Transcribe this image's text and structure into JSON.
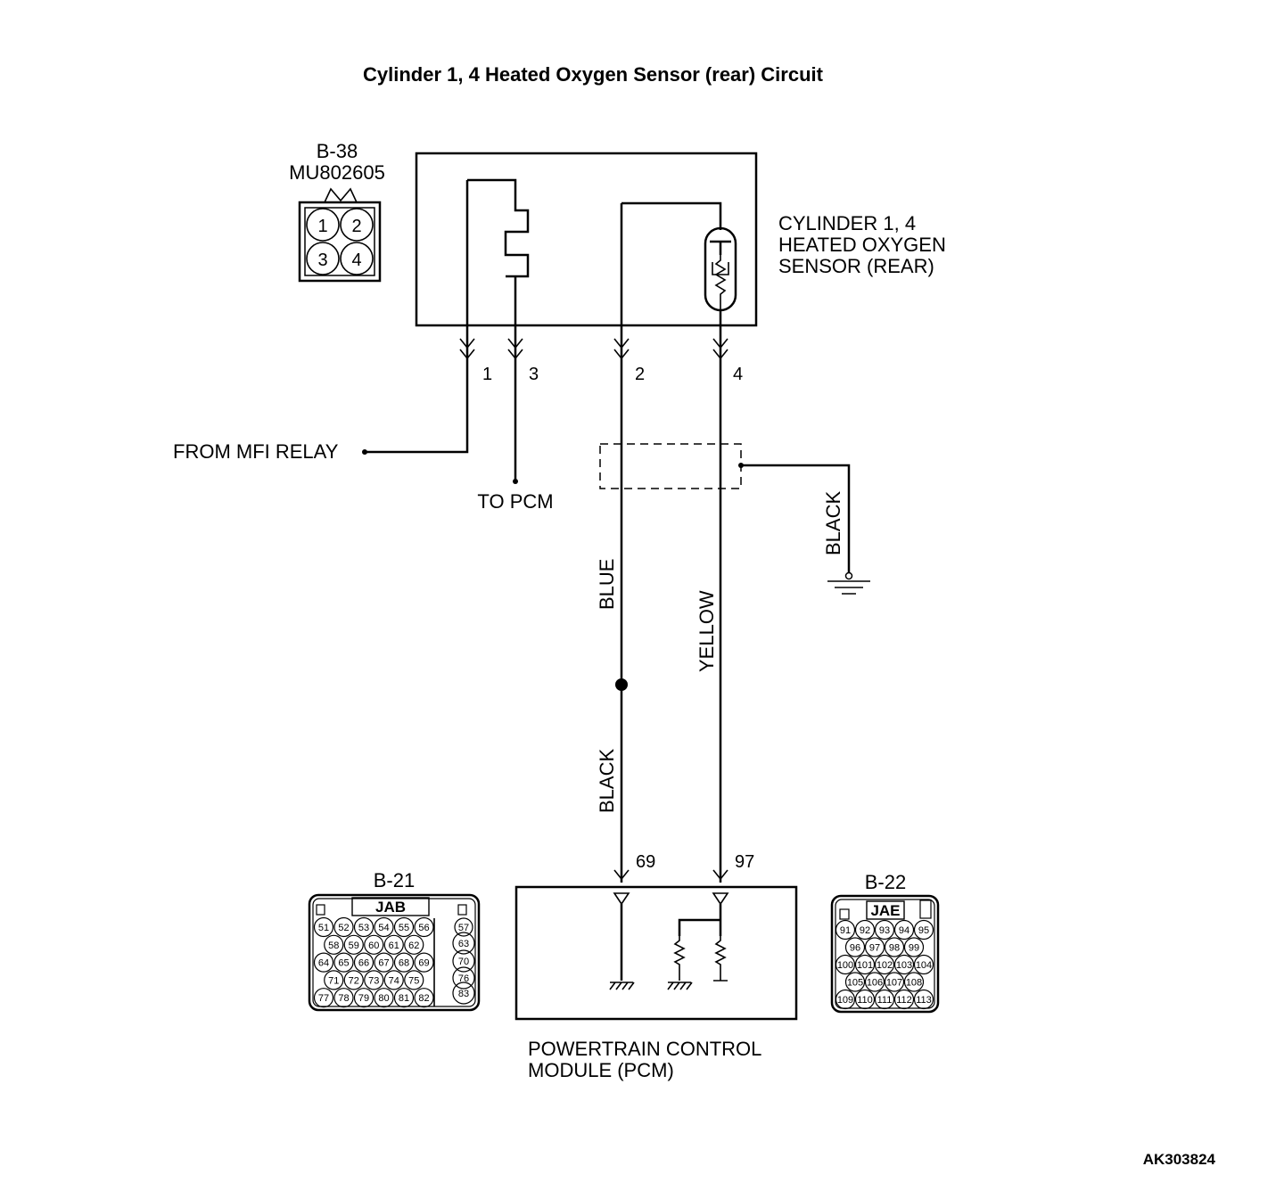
{
  "title": "Cylinder 1, 4 Heated Oxygen Sensor (rear) Circuit",
  "figure_id": "AK303824",
  "sensor": {
    "lines": [
      "CYLINDER 1, 4",
      "HEATED OXYGEN",
      "SENSOR (REAR)"
    ]
  },
  "sensor_connector": {
    "id": "B-38",
    "part": "MU802605",
    "pins": [
      "1",
      "2",
      "3",
      "4"
    ]
  },
  "sensor_pins": [
    "1",
    "3",
    "2",
    "4"
  ],
  "from_mfi_relay": "FROM MFI RELAY",
  "to_pcm": "TO PCM",
  "wires": {
    "blue": "BLUE",
    "yellow": "YELLOW",
    "black_shield": "BLACK",
    "black_lower": "BLACK"
  },
  "pcm_pins": [
    "69",
    "97"
  ],
  "pcm": {
    "lines": [
      "POWERTRAIN CONTROL",
      "MODULE (PCM)"
    ]
  },
  "connector_b21": {
    "id": "B-21",
    "tag": "JAB",
    "rows": [
      [
        "51",
        "52",
        "53",
        "54",
        "55",
        "56"
      ],
      [
        "58",
        "59",
        "60",
        "61",
        "62"
      ],
      [
        "64",
        "65",
        "66",
        "67",
        "68",
        "69"
      ],
      [
        "71",
        "72",
        "73",
        "74",
        "75"
      ],
      [
        "77",
        "78",
        "79",
        "80",
        "81",
        "82"
      ]
    ],
    "side": [
      "57",
      "63",
      "70",
      "76",
      "83"
    ]
  },
  "connector_b22": {
    "id": "B-22",
    "tag": "JAE",
    "rows": [
      [
        "91",
        "92",
        "93",
        "94",
        "95"
      ],
      [
        "96",
        "97",
        "98",
        "99"
      ],
      [
        "100",
        "101",
        "102",
        "103",
        "104"
      ],
      [
        "105",
        "106",
        "107",
        "108"
      ],
      [
        "109",
        "110",
        "111",
        "112",
        "113"
      ]
    ]
  }
}
